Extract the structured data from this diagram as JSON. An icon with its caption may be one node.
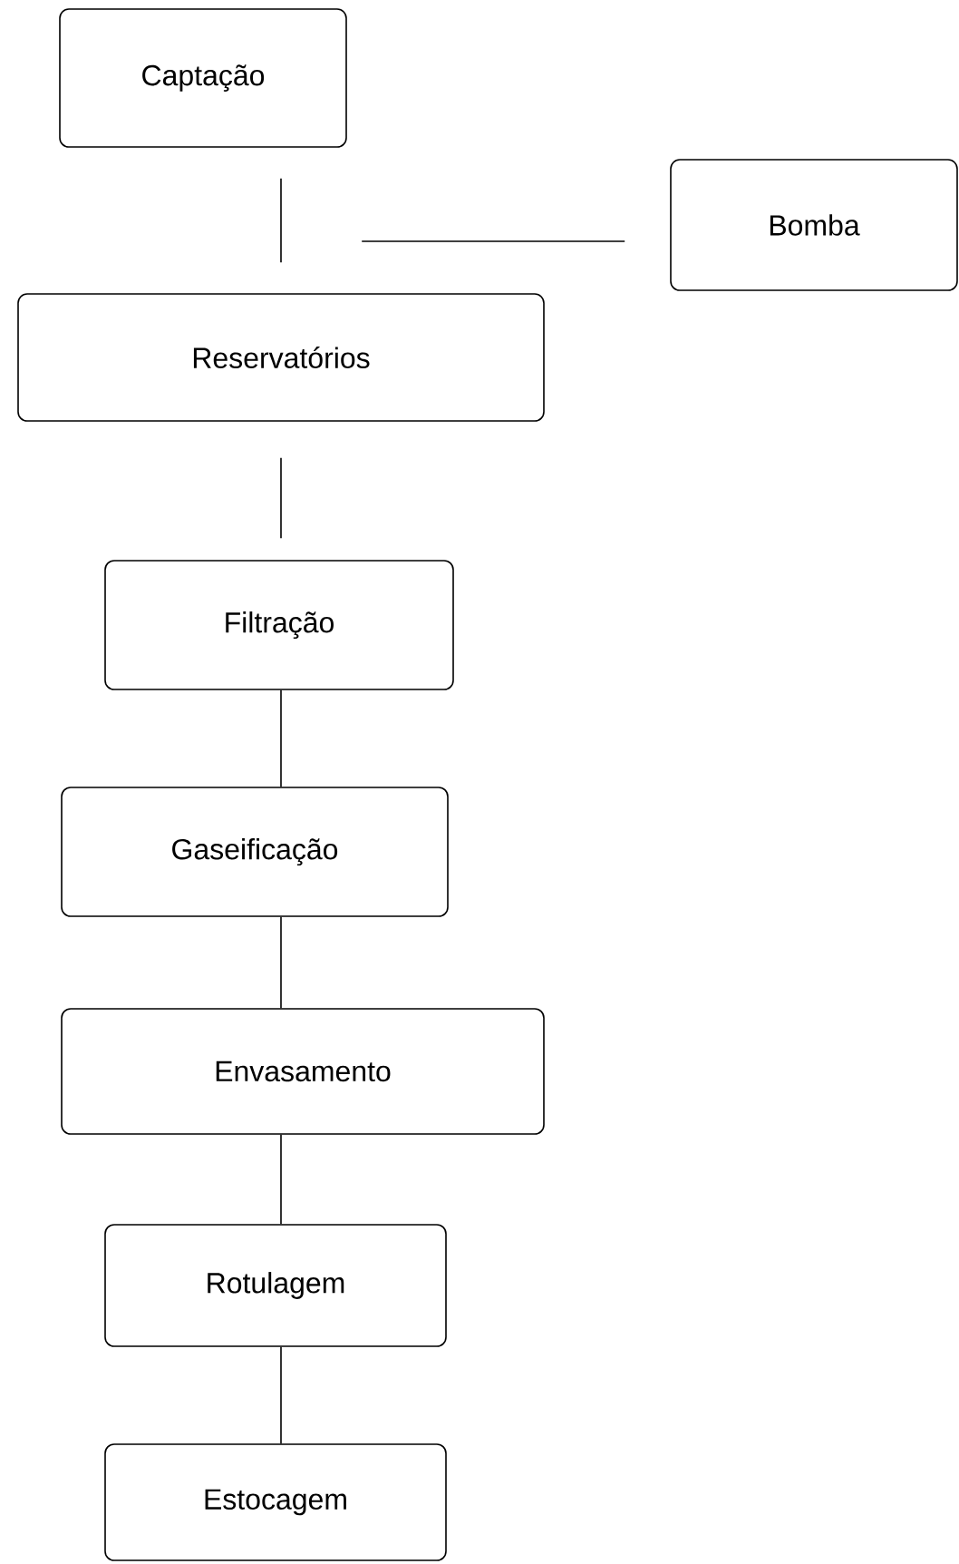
{
  "diagram": {
    "nodes": [
      {
        "text": [
          "Captação"
        ]
      },
      {
        "text": [
          "Bomba"
        ]
      },
      {
        "text": [
          "Reservatórios"
        ]
      },
      {
        "text": [
          "Filtração"
        ]
      },
      {
        "text": [
          "Gaseificação"
        ]
      },
      {
        "text": [
          "Envasamento"
        ]
      },
      {
        "text": [
          "Rotulagem"
        ]
      },
      {
        "text": [
          "Estocagem"
        ]
      }
    ],
    "edges": [
      {
        "from": 0,
        "to": 2,
        "arrow": "none"
      },
      {
        "from": 1,
        "to": null,
        "arrow": "none"
      },
      {
        "from": 2,
        "to": 3,
        "arrow": "none"
      },
      {
        "from": 3,
        "to": 4,
        "arrow": "none"
      },
      {
        "from": 4,
        "to": 5,
        "arrow": "none"
      },
      {
        "from": 5,
        "to": 6,
        "arrow": "none"
      },
      {
        "from": 6,
        "to": 7,
        "arrow": "none"
      }
    ]
  }
}
